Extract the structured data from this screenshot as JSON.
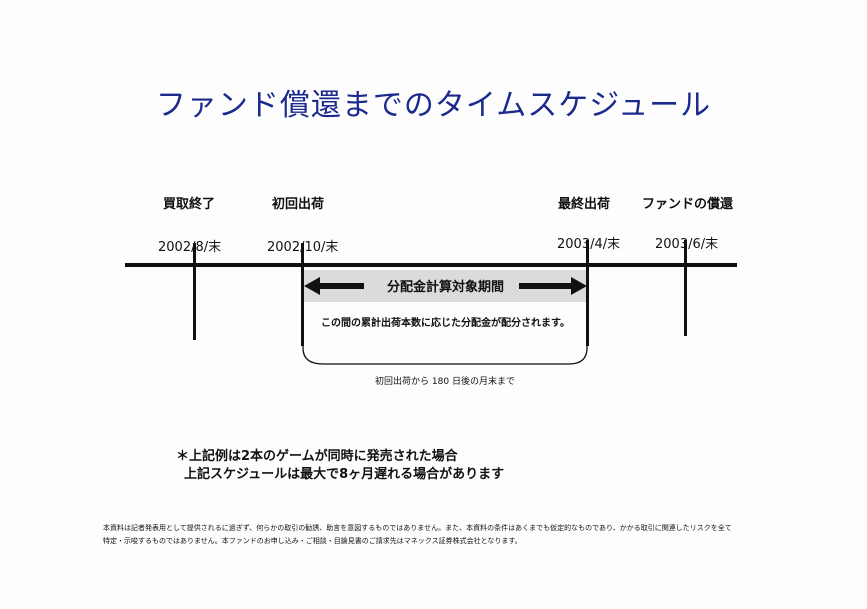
{
  "title": "ファンド償還までのタイムスケジュール",
  "milestones": [
    {
      "label": "買取終了",
      "date": "2002/8/末"
    },
    {
      "label": "初回出荷",
      "date": "2002/10/末"
    },
    {
      "label": "最終出荷",
      "date": "2003/4/末"
    },
    {
      "label": "ファンドの償還",
      "date": "2003/6/末"
    }
  ],
  "period": {
    "label": "分配金計算対象期間",
    "description": "この間の累計出荷本数に応じた分配金が配分されます。",
    "span": "初回出荷から 180 日後の月末まで"
  },
  "notes": [
    "＊上記例は2本のゲームが同時に発売された場合",
    "上記スケジュールは最大で8ヶ月遅れる場合があります"
  ],
  "footer": [
    "本資料は記者発表用として提供されるに過ぎず、何らかの取引の勧誘、助言を意図するものではありません。また、本資料の条件はあくまでも仮定的なものであり、かかる取引に関連したリスクを全て",
    "特定・示唆するものではありません。本ファンドのお申し込み・ご相談・目論見書のご請求先はマネックス証券株式会社となります。"
  ]
}
